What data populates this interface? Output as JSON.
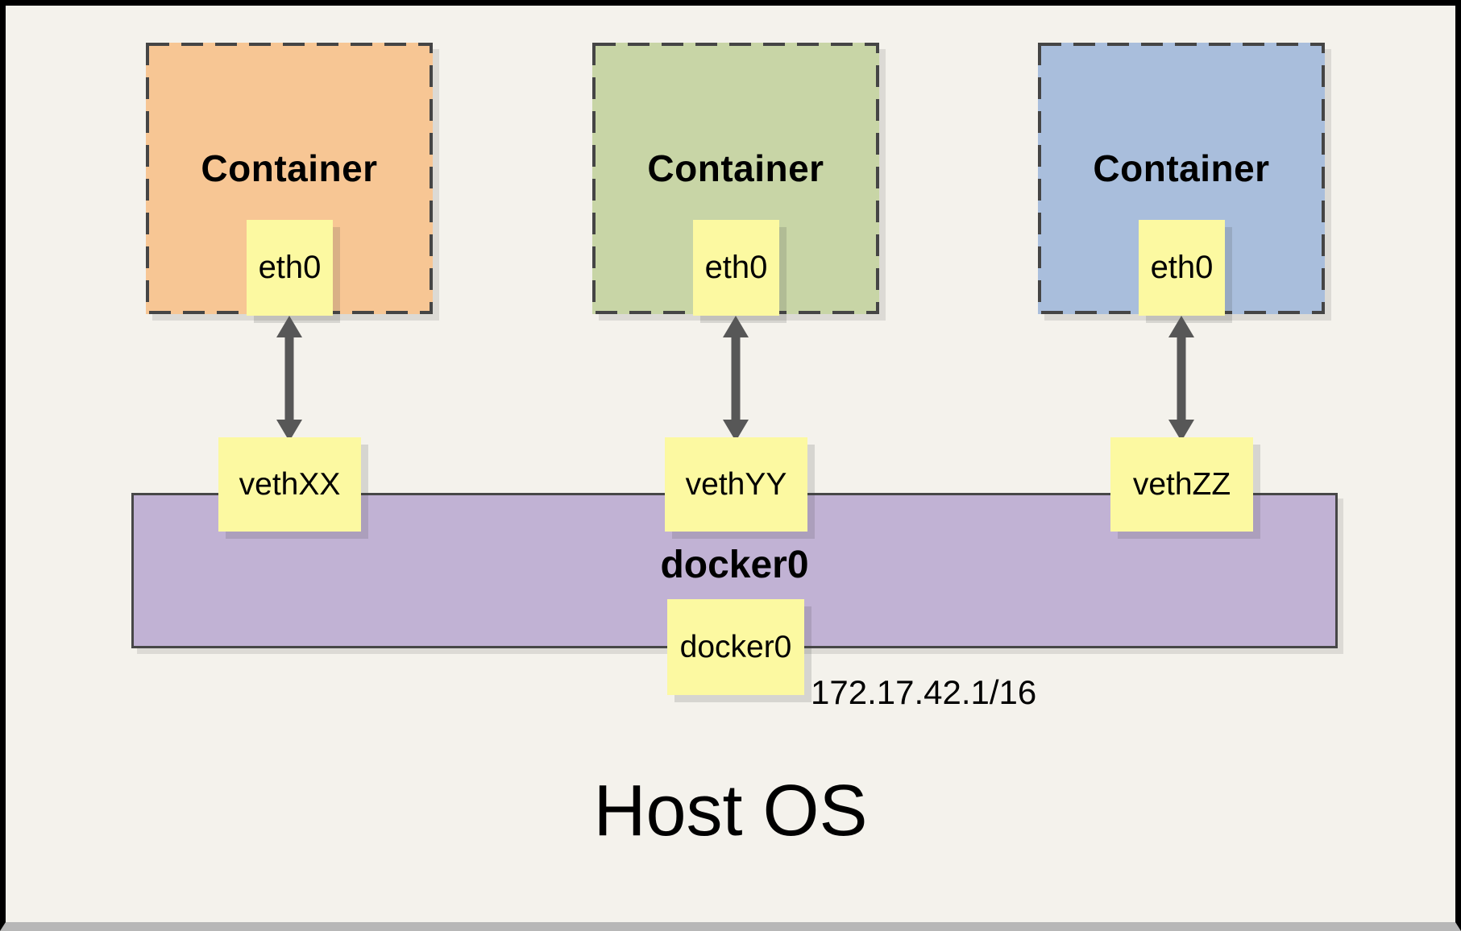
{
  "diagram": {
    "host_os_label": "Host OS",
    "containers": [
      {
        "label": "Container",
        "interface_label": "eth0",
        "veth_label": "vethXX",
        "fill": "#f7c694"
      },
      {
        "label": "Container",
        "interface_label": "eth0",
        "veth_label": "vethYY",
        "fill": "#c8d5a6"
      },
      {
        "label": "Container",
        "interface_label": "eth0",
        "veth_label": "vethZZ",
        "fill": "#a9bedc"
      }
    ],
    "bridge": {
      "label": "docker0",
      "interface_label": "docker0",
      "ip_cidr": "172.17.42.1/16",
      "fill": "#c1b2d4"
    },
    "colors": {
      "background": "#f4f2ec",
      "frame_border": "#000000",
      "frame_bottom_edge": "#b7b7b7",
      "interface_box_fill": "#fcf9a1",
      "dashed_border": "#454545",
      "bridge_border": "#474747",
      "arrow": "#575757",
      "text": "#000000"
    }
  }
}
